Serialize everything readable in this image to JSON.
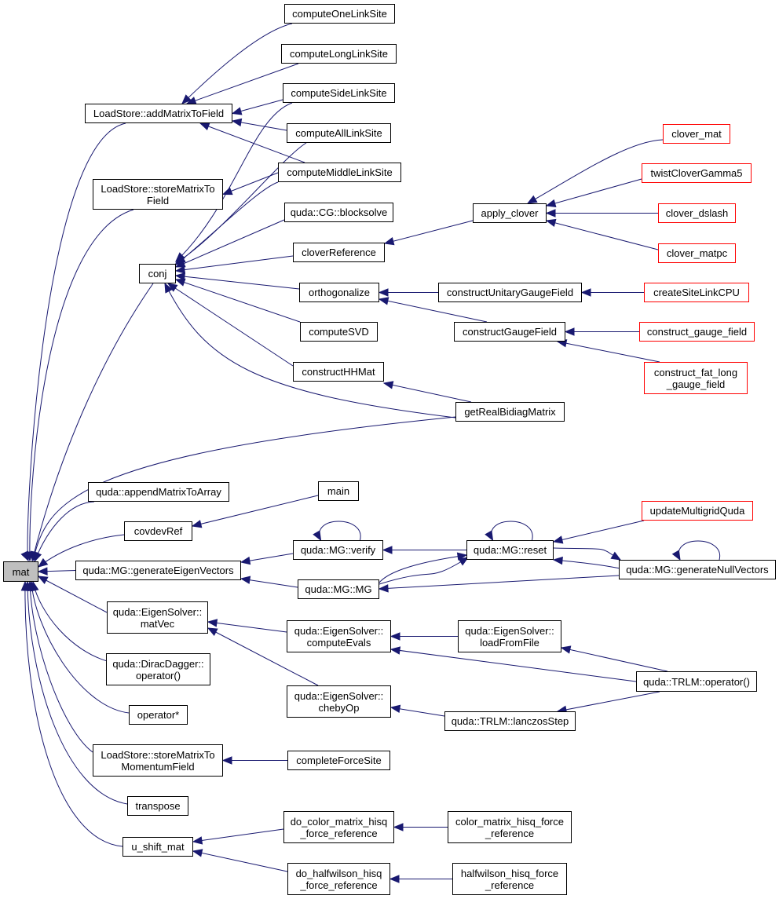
{
  "colors": {
    "edge": "#191970",
    "node_border": "#000000",
    "truncated_border": "#ff0000",
    "root_fill": "#bfbfbf"
  },
  "nodes": {
    "mat": "mat",
    "addMatrixToField": "LoadStore::addMatrixToField",
    "storeMatrixToField": "LoadStore::storeMatrixTo\nField",
    "conj": "conj",
    "appendMatrixToArray": "quda::appendMatrixToArray",
    "covdevRef": "covdevRef",
    "generateEigenVectors": "quda::MG::generateEigenVectors",
    "matVec": "quda::EigenSolver::\nmatVec",
    "diracDaggerOp": "quda::DiracDagger::\noperator()",
    "operatorStar": "operator*",
    "storeMatrixToMomentumField": "LoadStore::storeMatrixTo\nMomentumField",
    "transpose": "transpose",
    "u_shift_mat": "u_shift_mat",
    "computeOneLinkSite": "computeOneLinkSite",
    "computeLongLinkSite": "computeLongLinkSite",
    "computeSideLinkSite": "computeSideLinkSite",
    "computeAllLinkSite": "computeAllLinkSite",
    "computeMiddleLinkSite": "computeMiddleLinkSite",
    "cgBlocksolve": "quda::CG::blocksolve",
    "cloverReference": "cloverReference",
    "orthogonalize": "orthogonalize",
    "computeSVD": "computeSVD",
    "constructHHMat": "constructHHMat",
    "apply_clover": "apply_clover",
    "constructUnitaryGaugeField": "constructUnitaryGaugeField",
    "constructGaugeField": "constructGaugeField",
    "getRealBidiagMatrix": "getRealBidiagMatrix",
    "clover_mat": "clover_mat",
    "twistCloverGamma5": "twistCloverGamma5",
    "clover_dslash": "clover_dslash",
    "clover_matpc": "clover_matpc",
    "createSiteLinkCPU": "createSiteLinkCPU",
    "construct_gauge_field": "construct_gauge_field",
    "construct_fat_long_gauge_field": "construct_fat_long\n_gauge_field",
    "main": "main",
    "mgVerify": "quda::MG::verify",
    "mgMG": "quda::MG::MG",
    "mgReset": "quda::MG::reset",
    "updateMultigridQuda": "updateMultigridQuda",
    "generateNullVectors": "quda::MG::generateNullVectors",
    "computeEvals": "quda::EigenSolver::\ncomputeEvals",
    "chebyOp": "quda::EigenSolver::\nchebyOp",
    "loadFromFile": "quda::EigenSolver::\nloadFromFile",
    "trlmOperator": "quda::TRLM::operator()",
    "lanczosStep": "quda::TRLM::lanczosStep",
    "completeForceSite": "completeForceSite",
    "do_color_matrix_hisq": "do_color_matrix_hisq\n_force_reference",
    "do_halfwilson_hisq": "do_halfwilson_hisq\n_force_reference",
    "color_matrix_hisq_force": "color_matrix_hisq_force\n_reference",
    "halfwilson_hisq_force": "halfwilson_hisq_force\n_reference"
  }
}
